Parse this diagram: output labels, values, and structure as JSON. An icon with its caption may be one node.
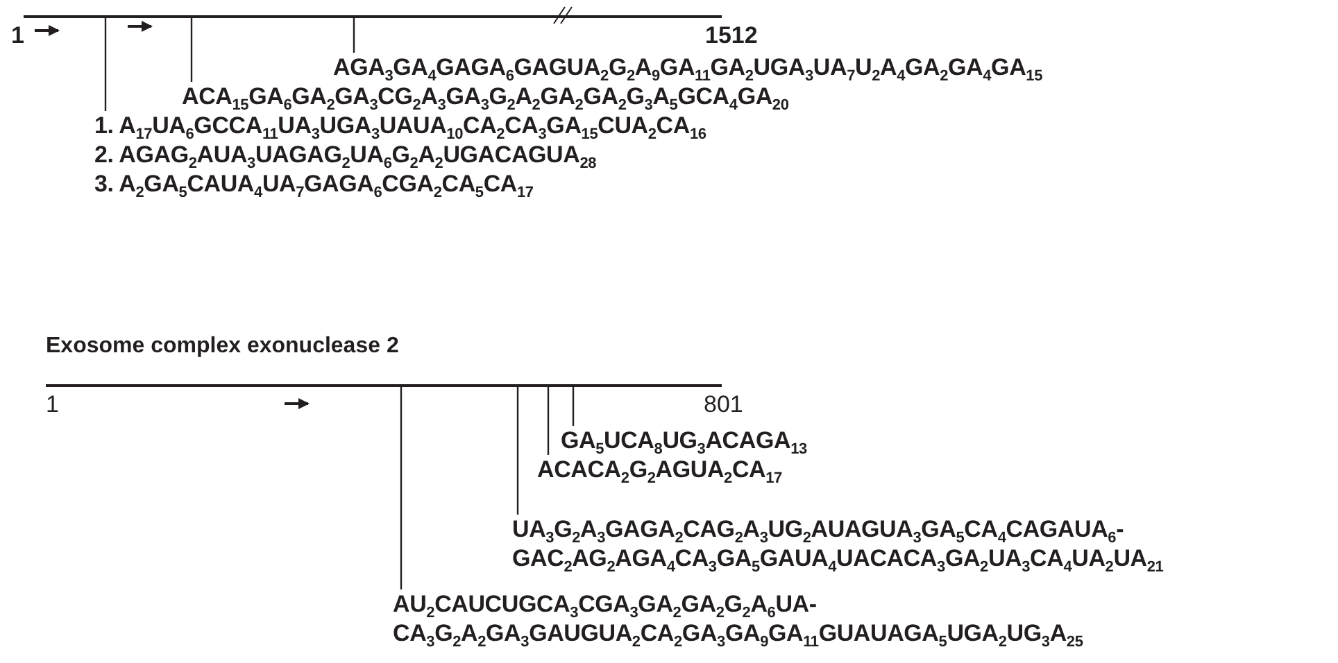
{
  "diagram": {
    "nodes": [
      {
        "text": [],
        "shape": "bar"
      },
      {
        "text": [
          "AGA$_{3}$GA$_{4}$GAGA$_{6}$GAGUA$_{2}$G$_{2}$A$_{9}$GA$_{11}$GA$_{2}$UGA$_{3}$UA$_{7}$U$_{2}$A$_{4}$GA$_{2}$GA$_{4}$GA$_{15}$"
        ]
      },
      {
        "text": [
          "ACA$_{15}$GA$_{6}$GA$_{2}$GA$_{3}$CG$_{2}$A$_{3}$GA$_{3}$G$_{2}$A$_{2}$GA$_{2}$GA$_{2}$G$_{3}$A$_{5}$GCA$_{4}$GA$_{20}$"
        ]
      },
      {
        "text": [
          "1. A$_{17}$UA$_{6}$GCCA$_{11}$UA$_{3}$UGA$_{3}$UAUA$_{10}$CA$_{2}$CA$_{3}$GA$_{15}$CUA$_{2}$CA$_{16}$",
          "2. AGAG$_{2}$AUA$_{3}$UAGAG$_{2}$UA$_{6}$G$_{2}$A$_{2}$UGACAGUA$_{28}$",
          "3. A$_{2}$GA$_{5}$CAUA$_{4}$UA$_{7}$GAGA$_{6}$CGA$_{2}$CA$_{5}$CA$_{17}$"
        ]
      },
      {
        "text": [],
        "shape": "bar"
      },
      {
        "text": [
          "GA$_{5}$UCA$_{8}$UG$_{3}$ACAGA$_{13}$"
        ]
      },
      {
        "text": [
          "ACACA$_{2}$G$_{2}$AGUA$_{2}$CA$_{17}$"
        ]
      },
      {
        "text": [
          "UA$_{3}$G$_{2}$A$_{3}$GAGA$_{2}$CAG$_{2}$A$_{3}$UG$_{2}$AUAGUA$_{3}$GA$_{5}$CA$_{4}$CAGAUA$_{6}$- GAC$_{2}$AG$_{2}$AGA$_{4}$CA$_{3}$GA$_{5}$GAUA$_{4}$UACACA$_{3}$GA$_{2}$UA$_{3}$CA$_{4}$UA$_{2}$UA$_{21}$"
        ]
      },
      {
        "text": [
          "AU$_{2}$CAUCUGCA$_{3}$CGA$_{3}$GA$_{2}$GA$_{2}$G$_{2}$A$_{6}$UA- CA$_{3}$G$_{2}$A$_{2}$GA$_{3}$GAUGUA$_{2}$CA$_{2}$GA$_{3}$GA$_{9}$GA$_{11}$GUAUAGA$_{5}$UGA$_{2}$UG$_{3}$A$_{25}$"
        ]
      }
    ],
    "edges": [
      {
        "from": 1,
        "to": 0,
        "arrow": "none"
      },
      {
        "from": 2,
        "to": 0,
        "arrow": "none"
      },
      {
        "from": 3,
        "to": 0,
        "arrow": "none"
      },
      {
        "from": 5,
        "to": 4,
        "arrow": "none"
      },
      {
        "from": 6,
        "to": 4,
        "arrow": "none"
      },
      {
        "from": 7,
        "to": 4,
        "arrow": "none"
      },
      {
        "from": 8,
        "to": 4,
        "arrow": "none"
      }
    ],
    "labels": [
      "1",
      "1512",
      "Exosome complex exonuclease 2",
      "1",
      "801"
    ]
  }
}
